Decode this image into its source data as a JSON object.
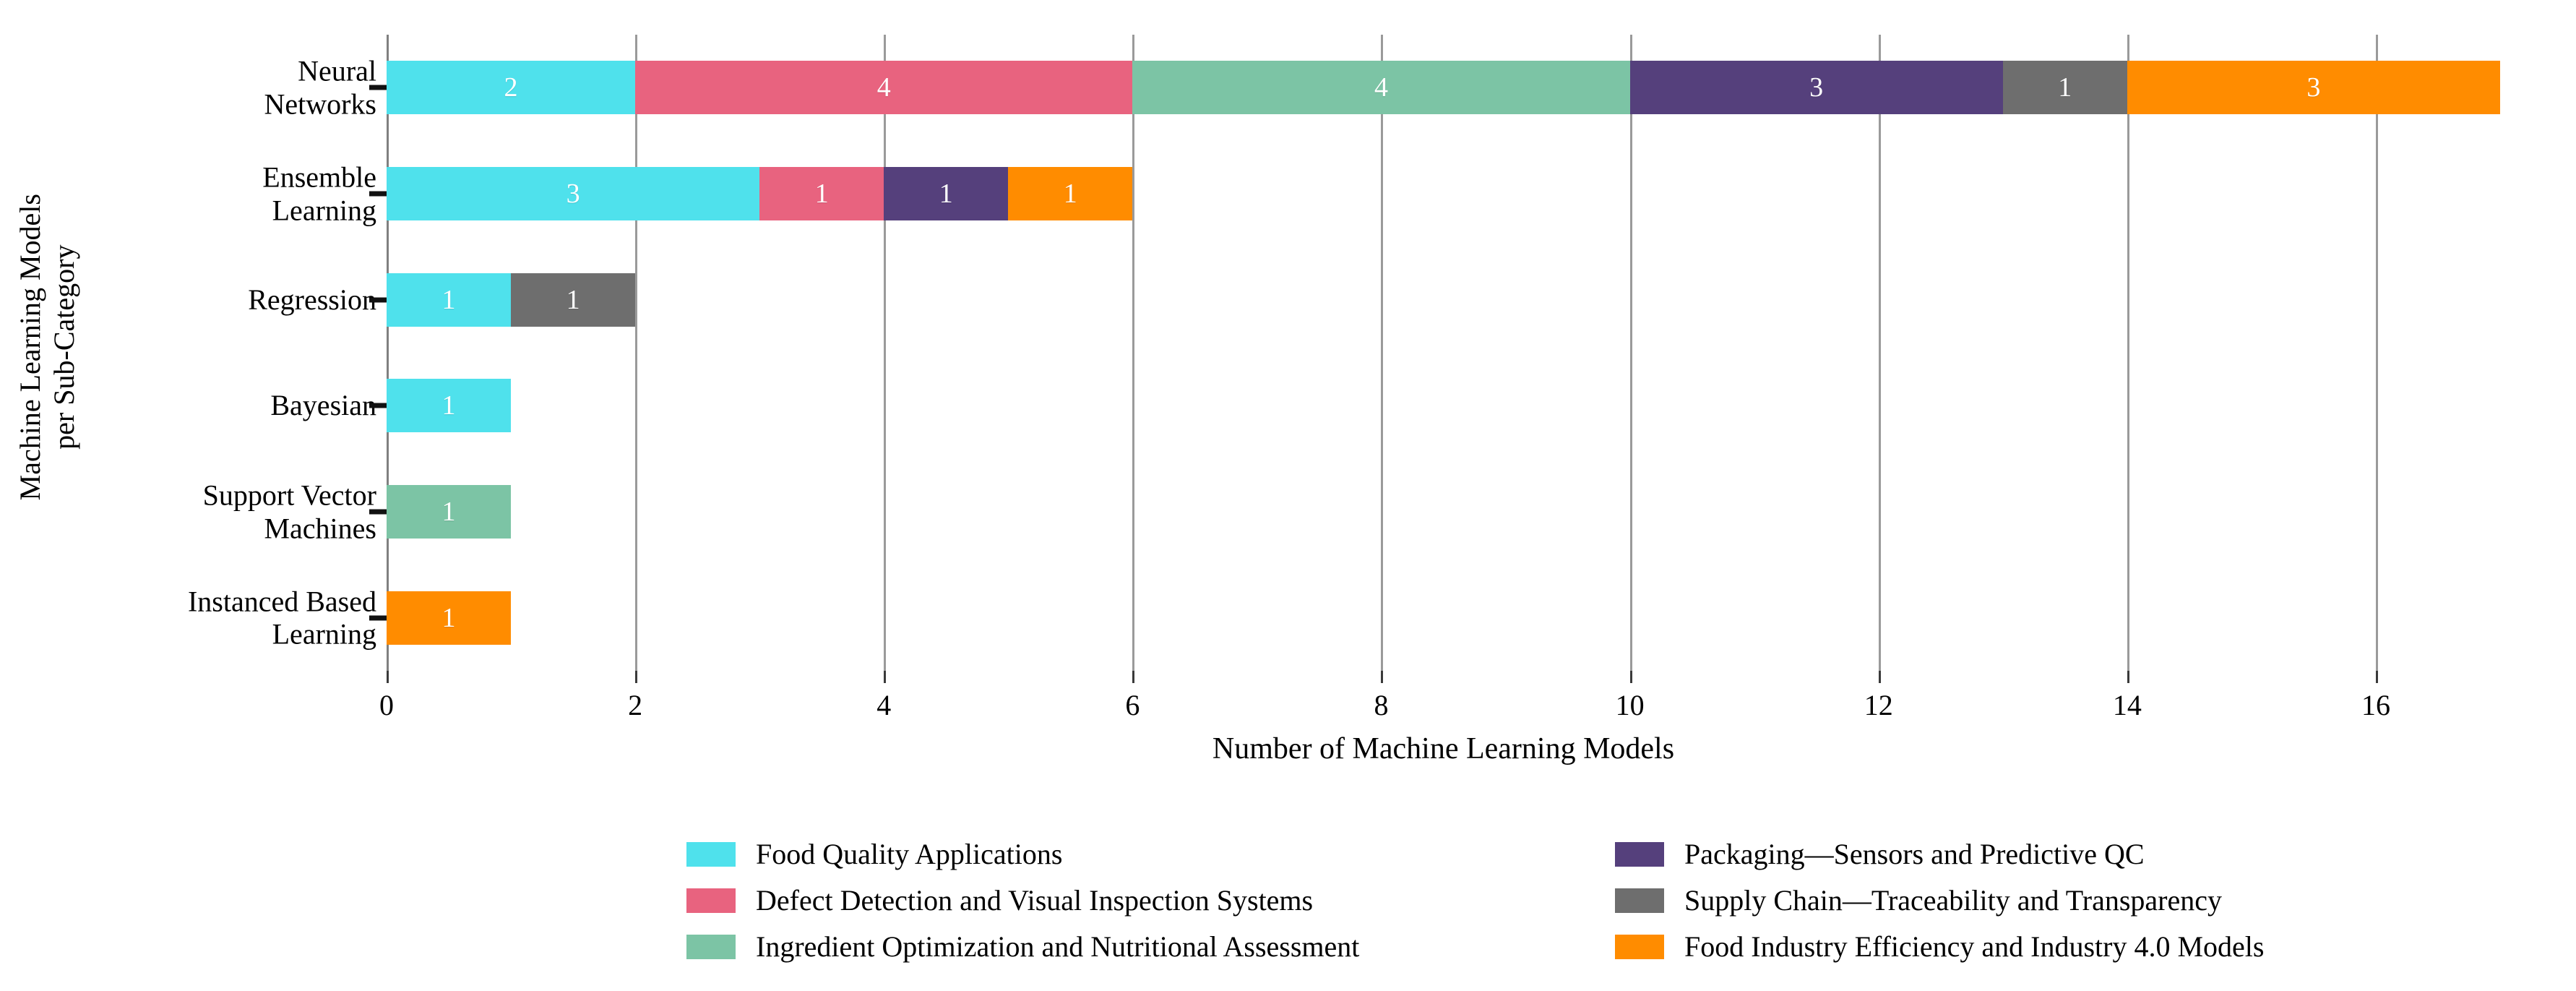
{
  "chart_data": {
    "type": "bar",
    "orientation": "horizontal",
    "stacked": true,
    "title": "",
    "xlabel": "Number of Machine Learning Models",
    "ylabel": "Machine Learning Models per Sub-Category",
    "ylabel_lines": [
      "Machine Learning Models",
      "per Sub-Category"
    ],
    "xlim": [
      0,
      17
    ],
    "xticks": [
      0,
      2,
      4,
      6,
      8,
      10,
      12,
      14,
      16
    ],
    "xticklabels": [
      "0",
      "2",
      "4",
      "6",
      "8",
      "10",
      "12",
      "14",
      "16"
    ],
    "grid": "vertical",
    "legend_position": "bottom",
    "categories": [
      "Instanced Based Learning",
      "Support Vector Machines",
      "Bayesian",
      "Regression",
      "Ensemble Learning",
      "Neural Networks"
    ],
    "category_label_lines": [
      [
        "Instanced Based",
        "Learning"
      ],
      [
        "Support Vector",
        "Machines"
      ],
      [
        "Bayesian"
      ],
      [
        "Regression"
      ],
      [
        "Ensemble",
        "Learning"
      ],
      [
        "Neural",
        "Networks"
      ]
    ],
    "series": [
      {
        "name": "Food Quality Applications",
        "color": "#4FE1EC",
        "values": [
          0,
          0,
          1,
          1,
          3,
          2
        ]
      },
      {
        "name": "Defect Detection and Visual Inspection Systems",
        "color": "#E8637F",
        "values": [
          0,
          0,
          0,
          0,
          1,
          4
        ]
      },
      {
        "name": "Ingredient Optimization and Nutritional Assessment",
        "color": "#7CC4A5",
        "values": [
          0,
          1,
          0,
          0,
          0,
          4
        ]
      },
      {
        "name": "Packaging—Sensors and Predictive QC",
        "color": "#55407C",
        "values": [
          0,
          0,
          0,
          0,
          1,
          3
        ]
      },
      {
        "name": "Supply Chain—Traceability and Transparency",
        "color": "#6E6E6E",
        "values": [
          0,
          0,
          0,
          1,
          0,
          1
        ]
      },
      {
        "name": "Food Industry Efficiency and Industry 4.0 Models",
        "color": "#FF8C00",
        "values": [
          1,
          0,
          0,
          0,
          1,
          3
        ]
      }
    ],
    "totals": [
      1,
      1,
      1,
      2,
      6,
      17
    ]
  },
  "legend": {
    "column_left": [
      {
        "label": "Food Quality Applications",
        "color": "#4FE1EC"
      },
      {
        "label": "Defect Detection and Visual Inspection Systems",
        "color": "#E8637F"
      },
      {
        "label": "Ingredient Optimization and Nutritional Assessment",
        "color": "#7CC4A5"
      }
    ],
    "column_right": [
      {
        "label": "Packaging—Sensors and Predictive QC",
        "color": "#55407C"
      },
      {
        "label": "Supply Chain—Traceability and Transparency",
        "color": "#6E6E6E"
      },
      {
        "label": "Food Industry Efficiency and Industry 4.0 Models",
        "color": "#FF8C00"
      }
    ]
  },
  "colors": {
    "food_quality": "#4FE1EC",
    "defect_detection": "#E8637F",
    "ingredient_optimization": "#7CC4A5",
    "packaging": "#55407C",
    "supply_chain": "#6E6E6E",
    "food_industry_efficiency": "#FF8C00",
    "gridline": "#9a9a9a",
    "axis": "#808080",
    "text": "#000000",
    "background": "#ffffff"
  }
}
